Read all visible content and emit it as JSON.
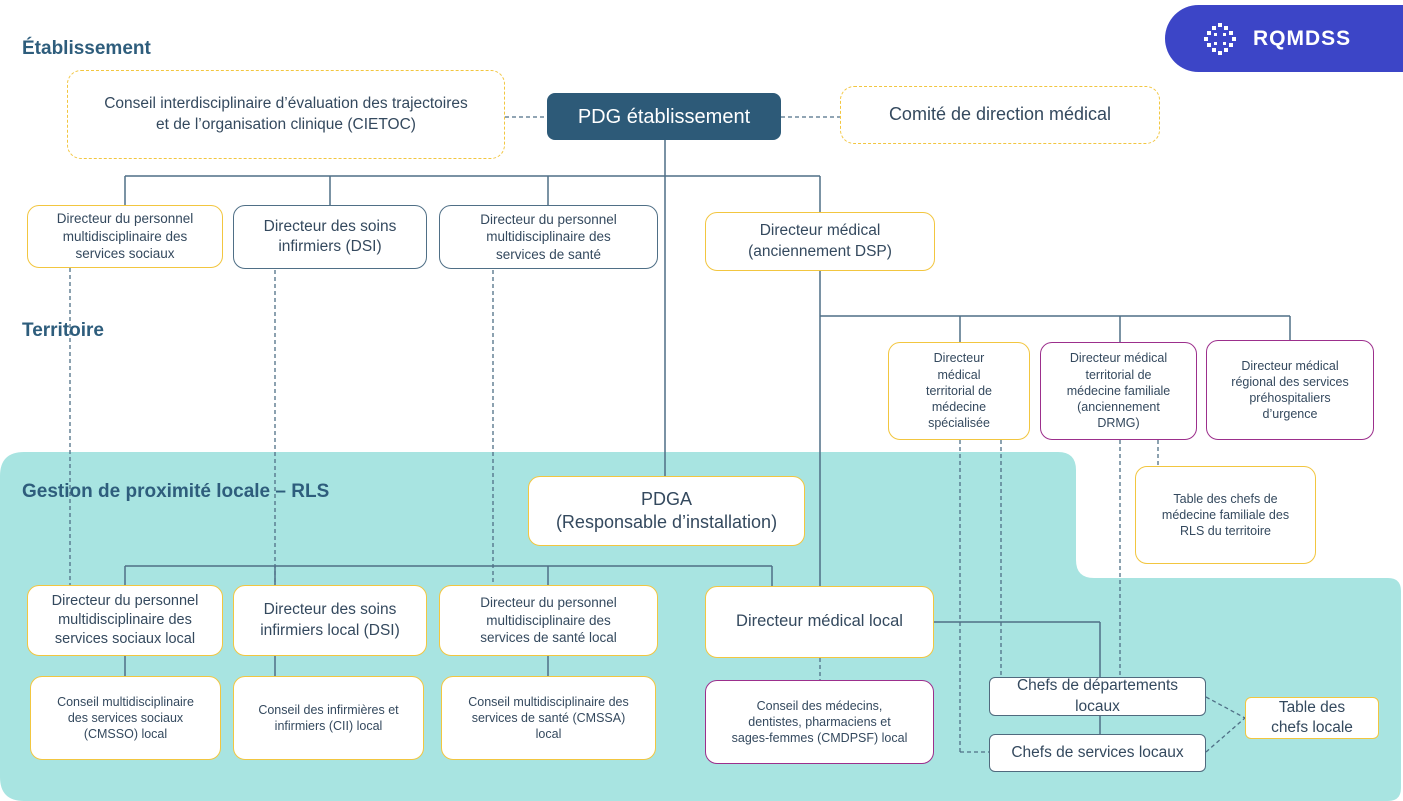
{
  "brand": {
    "name": "RQMDSS",
    "color": "#3c45c7"
  },
  "colors": {
    "rls_region": "#a8e4e1",
    "primary": "#2d5a78",
    "yellow_border": "#f2c640",
    "purple_border": "#9c2f8c"
  },
  "sections": {
    "etablissement": "Établissement",
    "territoire": "Territoire",
    "rls": "Gestion de proximité locale – RLS"
  },
  "nodes": {
    "cietoc": "Conseil interdisciplinaire d’évaluation des trajectoires\net de l’organisation clinique (CIETOC)",
    "pdg": "PDG établissement",
    "comite": "Comité de direction médical",
    "dir_social": "Directeur du personnel\nmultidisciplinaire des\nservices sociaux",
    "dsi": "Directeur des soins\ninfirmiers (DSI)",
    "dir_sante": "Directeur du personnel\nmultidisciplinaire des\nservices de santé",
    "dir_medical": "Directeur médical\n(anciennement DSP)",
    "dmt_specialisee": "Directeur\nmédical\nterritorial de\nmédecine\nspécialisée",
    "dmt_familiale": "Directeur médical\nterritorial de\nmédecine familiale\n(anciennement\nDRMG)",
    "dmr_prehospitalier": "Directeur médical\nrégional des services\npréhospitaliers\nd’urgence",
    "table_chefs_mf": "Table des chefs de\nmédecine familiale des\nRLS du territoire",
    "pdga": "PDGA\n(Responsable d’installation)",
    "dir_social_local": "Directeur du personnel\nmultidisciplinaire des\nservices sociaux local",
    "dsi_local": "Directeur des soins\ninfirmiers local (DSI)",
    "dir_sante_local": "Directeur du personnel\nmultidisciplinaire des\nservices de santé local",
    "dir_medical_local": "Directeur médical local",
    "cmsso": "Conseil multidisciplinaire\ndes services sociaux\n(CMSSO) local",
    "cii": "Conseil des infirmières et\ninfirmiers (CII) local",
    "cmssa": "Conseil multidisciplinaire des\nservices de santé (CMSSA)\nlocal",
    "cmdpsf": "Conseil des médecins,\ndentistes, pharmaciens et\nsages-femmes (CMDPSF) local",
    "chefs_departements": "Chefs de départements\nlocaux",
    "chefs_services": "Chefs de services locaux",
    "table_chefs_locale": "Table des\nchefs locale"
  }
}
